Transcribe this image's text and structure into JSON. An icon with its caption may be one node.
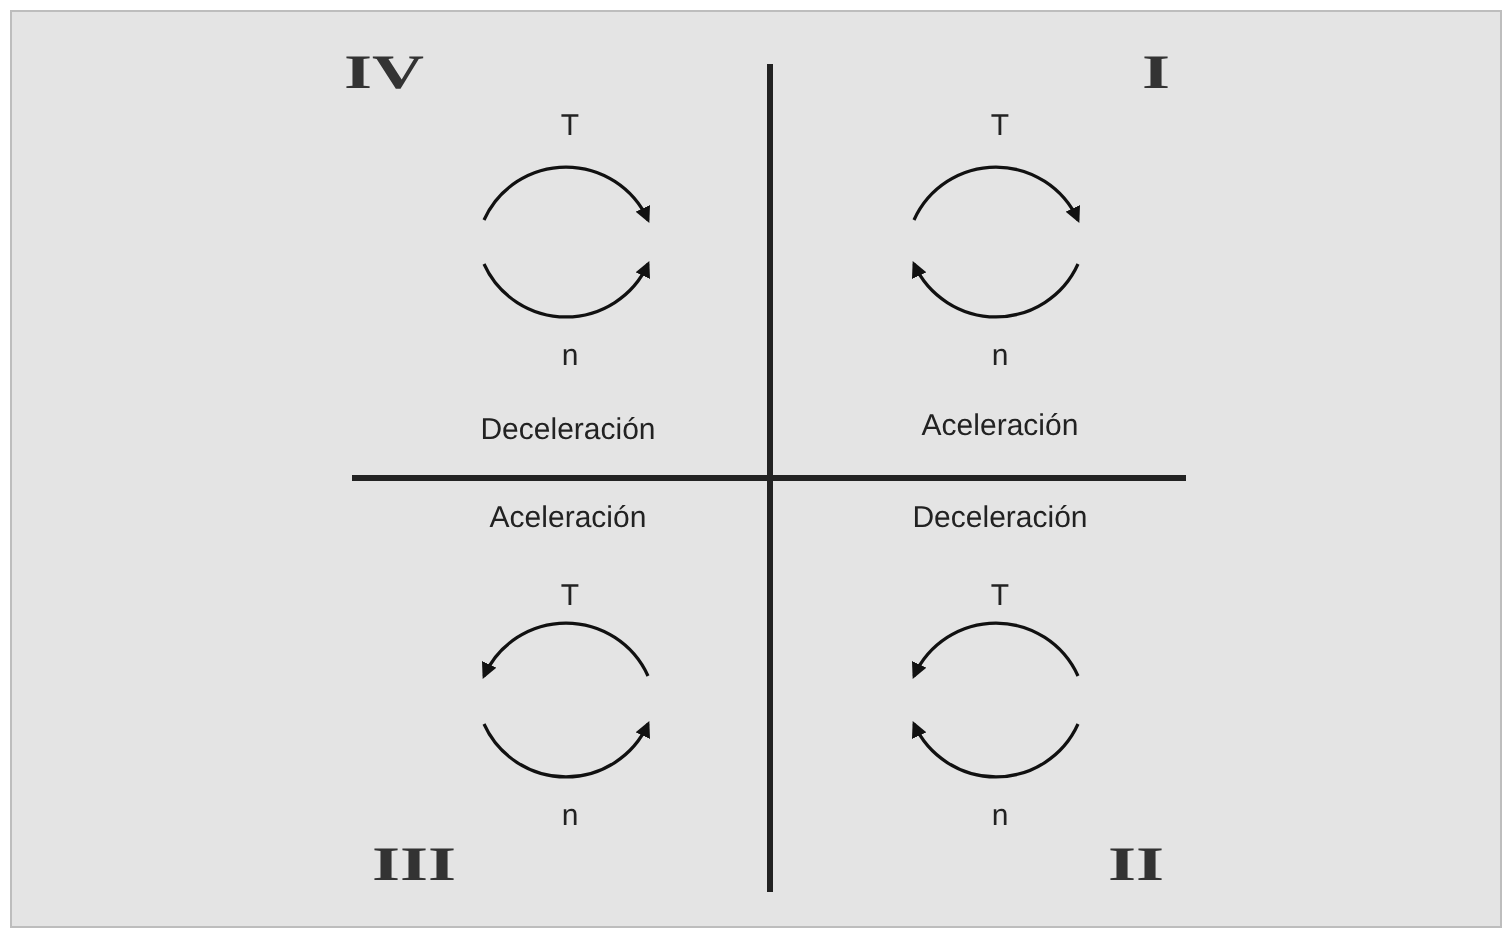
{
  "diagram": {
    "labels": [
      "IV",
      "I",
      "T",
      "T",
      "n",
      "n",
      "Deceleración",
      "Aceleración",
      "Aceleración",
      "Deceleración",
      "T",
      "T",
      "n",
      "n",
      "III",
      "II"
    ]
  }
}
